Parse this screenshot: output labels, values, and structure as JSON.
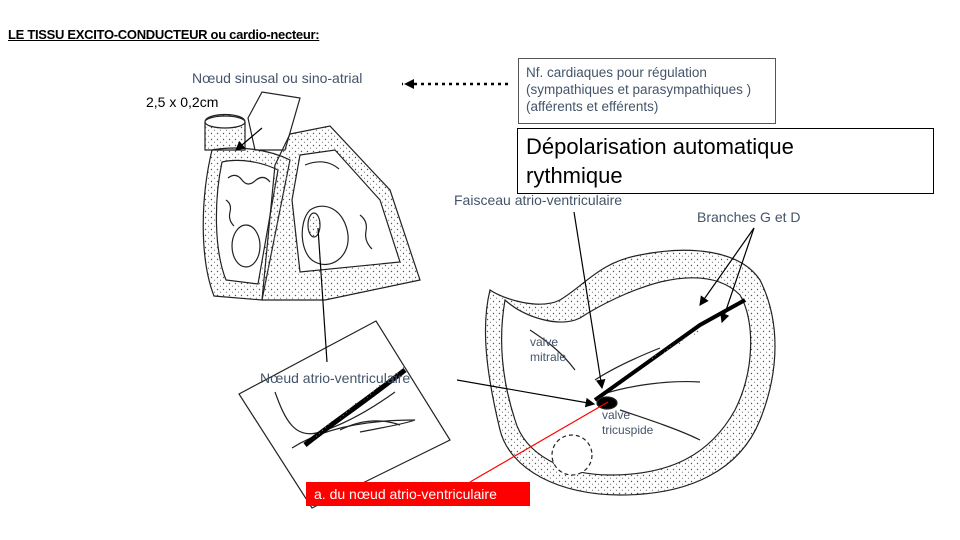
{
  "title": "LE TISSU EXCITO-CONDUCTEUR ou cardio-necteur:",
  "labels": {
    "sinus_node": "Nœud sinusal ou sino-atrial",
    "dimensions": "2,5 x 0,2cm",
    "av_bundle": "Faisceau atrio-ventriculaire",
    "branches": "Branches G et D",
    "mitral_valve": [
      "valve",
      "mitrale"
    ],
    "tricuspid_valve": [
      "valve",
      "tricuspide"
    ],
    "av_node": "Nœud atrio-ventriculaire",
    "av_node_artery": "a. du nœud atrio-ventriculaire"
  },
  "nerve_box": [
    "Nf. cardiaques pour régulation",
    "(sympathiques et parasympathiques )",
    "(afférents et efférents)"
  ],
  "highlight_box": [
    "Dépolarisation automatique",
    "rythmique"
  ],
  "colors": {
    "label_text": "#44546a",
    "artery_highlight": "#ff0000"
  }
}
